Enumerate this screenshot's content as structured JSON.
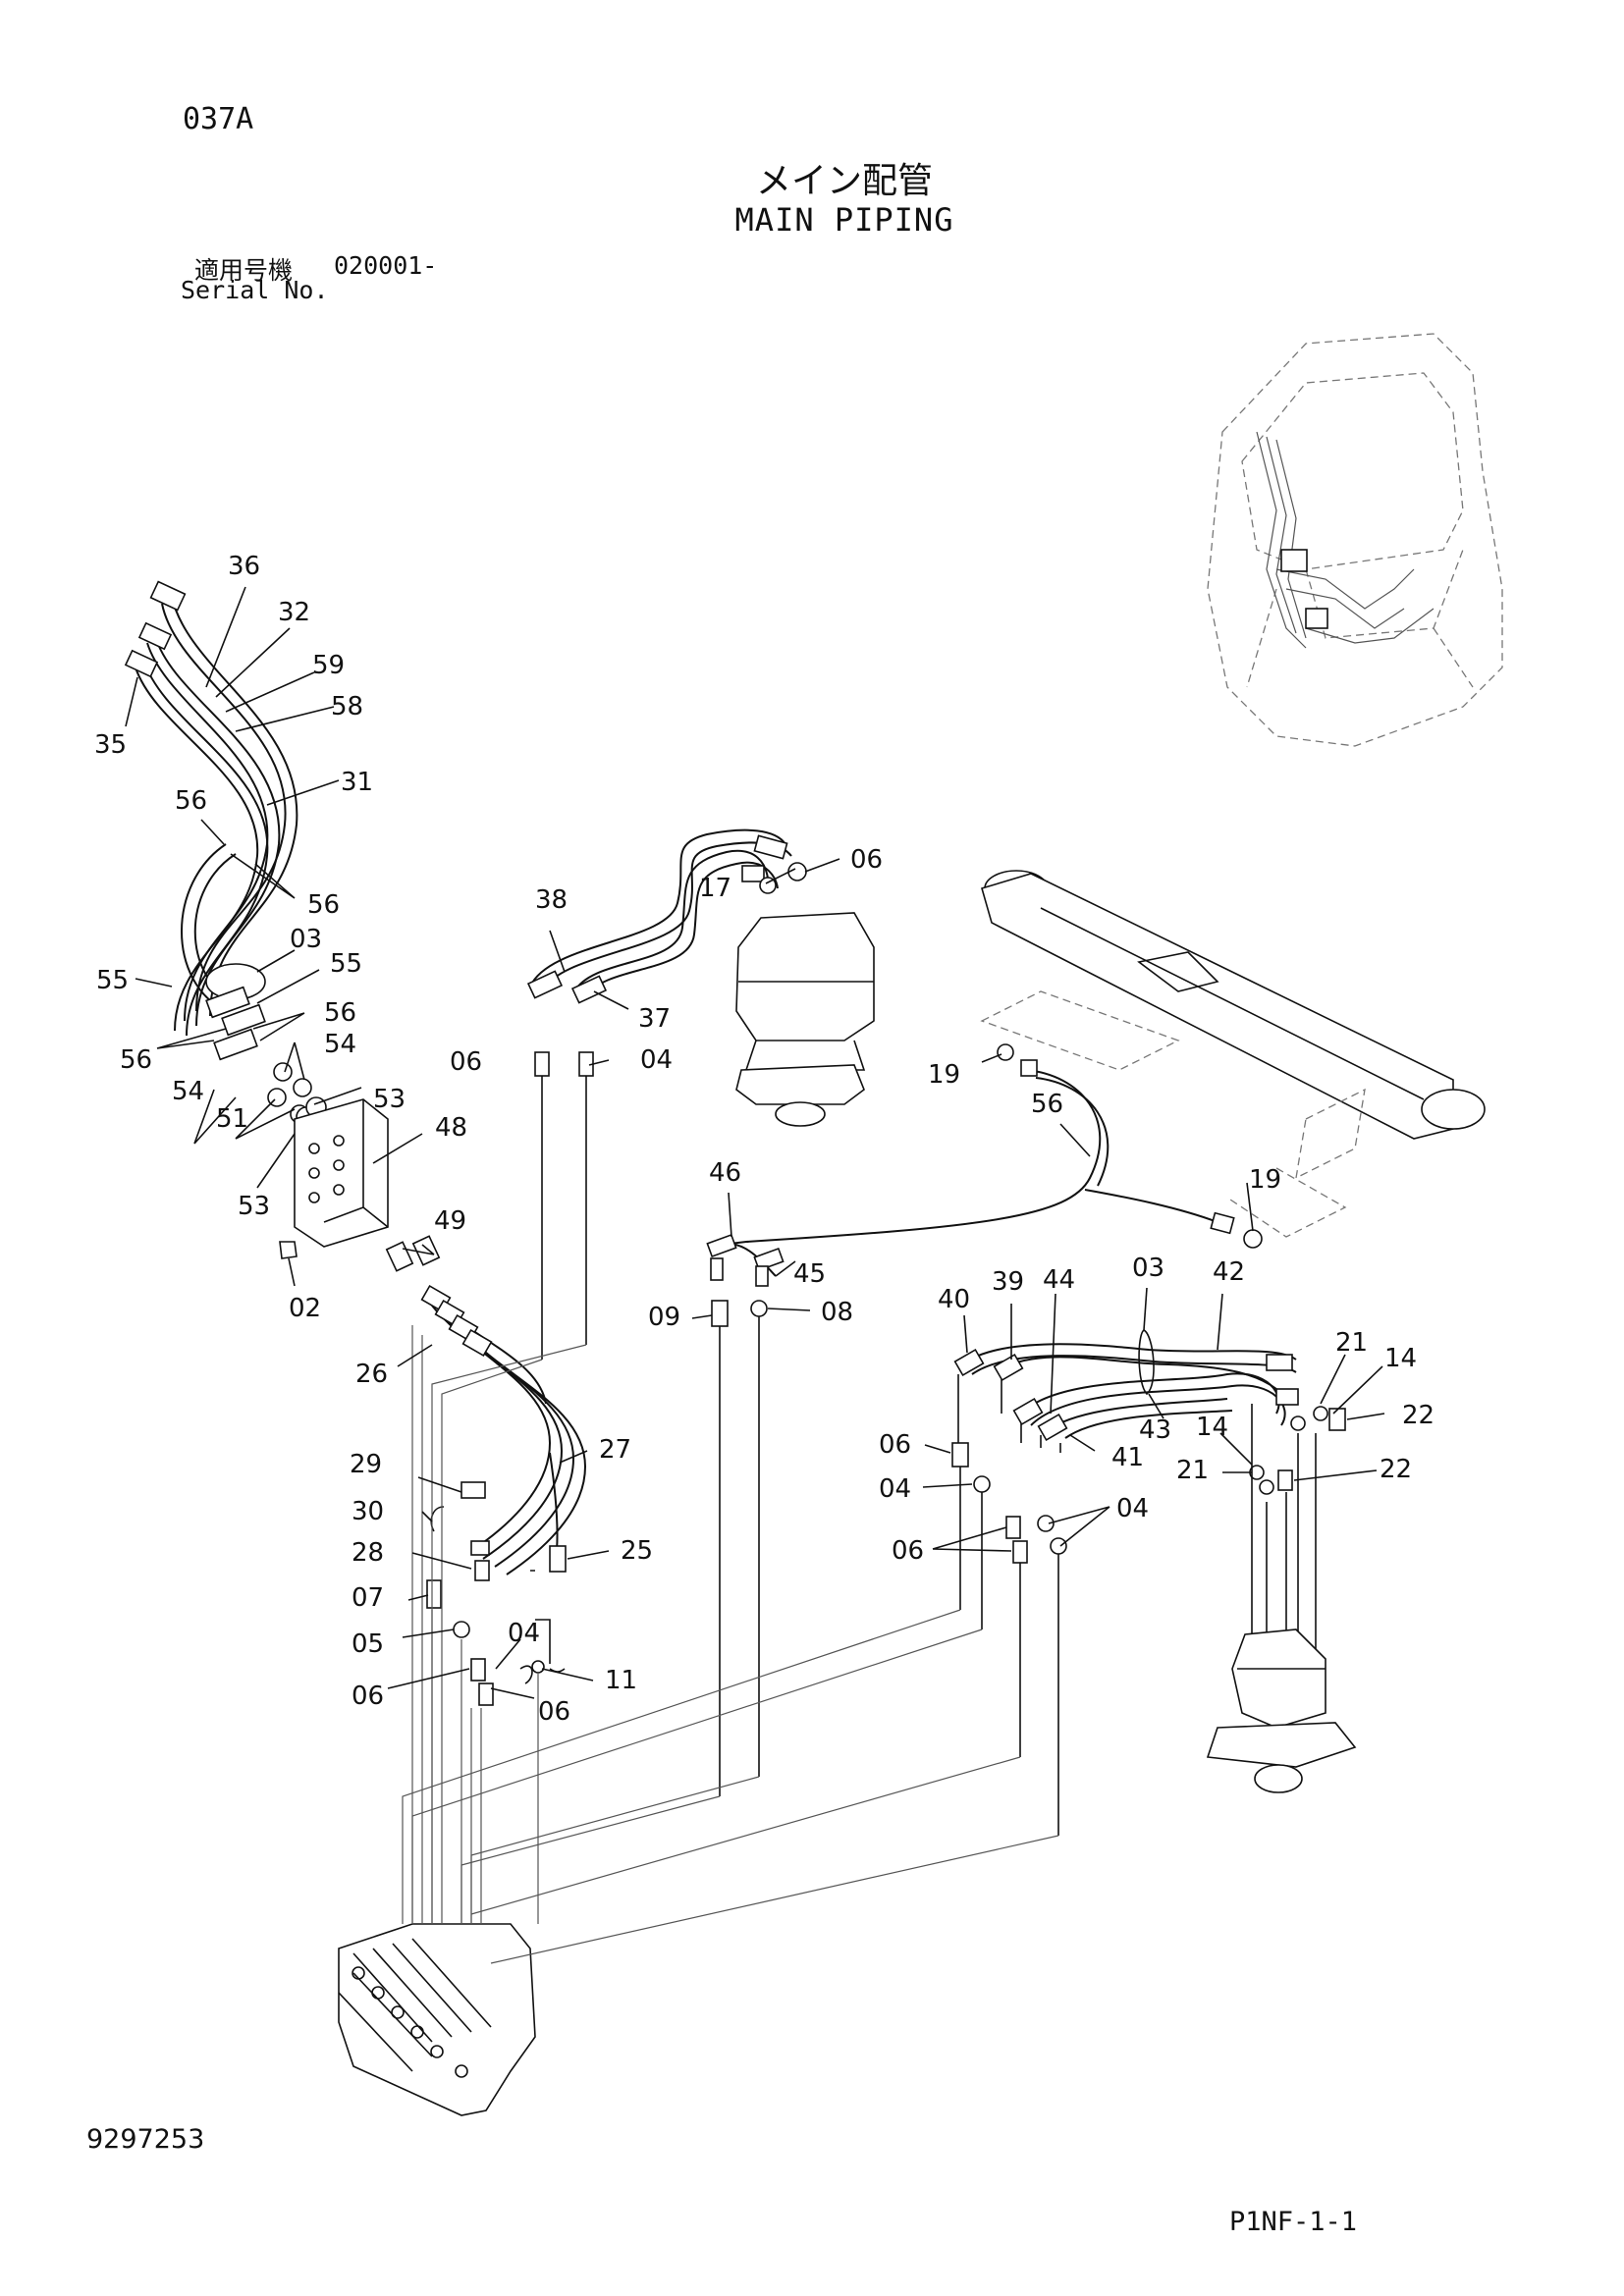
{
  "header": {
    "page_code": "037A",
    "title_jp": "メイン配管",
    "title_en": "MAIN PIPING",
    "serial_label_jp": "適用号機",
    "serial_range": "020001-",
    "serial_label_en": "Serial No."
  },
  "footer": {
    "doc_number": "9297253",
    "page_ref": "P1NF-1-1"
  },
  "callouts": [
    "36",
    "32",
    "59",
    "58",
    "35",
    "31",
    "56",
    "56",
    "03",
    "55",
    "55",
    "56",
    "56",
    "54",
    "54",
    "51",
    "53",
    "53",
    "48",
    "49",
    "02",
    "38",
    "06",
    "17",
    "37",
    "06",
    "04",
    "19",
    "56",
    "19",
    "46",
    "45",
    "09",
    "08",
    "26",
    "27",
    "29",
    "30",
    "28",
    "25",
    "07",
    "05",
    "04",
    "11",
    "06",
    "06",
    "40",
    "39",
    "44",
    "03",
    "42",
    "21",
    "14",
    "22",
    "22",
    "06",
    "04",
    "43",
    "41",
    "14",
    "21",
    "04",
    "06"
  ]
}
